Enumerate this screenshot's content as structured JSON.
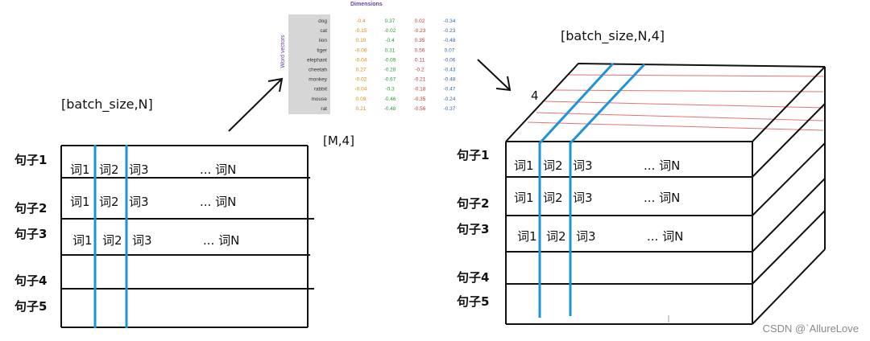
{
  "left_diagram": {
    "shape_label": "[batch_size,N]",
    "sentences": [
      "句子1",
      "句子2",
      "句子3",
      "句子4",
      "句子5"
    ],
    "rows": [
      [
        "词1",
        "词2",
        "词3",
        "... 词N"
      ],
      [
        "词1",
        "词2",
        "词3",
        "... 词N"
      ],
      [
        "词1",
        "词2",
        "词3",
        "... 词N"
      ]
    ]
  },
  "embedding_table": {
    "title": "Dimensions",
    "axis_label": "Word vectors",
    "shape_label": "[M,4]",
    "words": [
      "dog",
      "cat",
      "lion",
      "tiger",
      "elephant",
      "cheetah",
      "monkey",
      "rabbit",
      "mouse",
      "rat"
    ],
    "columns": [
      [
        "-0.4",
        "-0.15",
        "0.19",
        "-0.08",
        "-0.04",
        "0.27",
        "-0.02",
        "-0.04",
        "0.09",
        "0.21"
      ],
      [
        "0.37",
        "-0.02",
        "-0.4",
        "0.31",
        "-0.09",
        "-0.28",
        "-0.67",
        "-0.3",
        "-0.46",
        "-0.48"
      ],
      [
        "0.02",
        "-0.23",
        "0.35",
        "0.56",
        "0.11",
        "-0.2",
        "-0.21",
        "-0.18",
        "-0.35",
        "-0.56"
      ],
      [
        "-0.34",
        "-0.23",
        "-0.48",
        "0.07",
        "-0.06",
        "-0.43",
        "-0.48",
        "-0.47",
        "-0.24",
        "-0.37"
      ]
    ],
    "column_colors": [
      "#d98c1a",
      "#2e9e3c",
      "#c63a3a",
      "#3b68b0"
    ]
  },
  "right_diagram": {
    "shape_label": "[batch_size,N,4]",
    "depth_label": "4",
    "sentences": [
      "句子1",
      "句子2",
      "句子3",
      "句子4",
      "句子5"
    ],
    "rows": [
      [
        "词1",
        "词2",
        "词3",
        "... 词N"
      ],
      [
        "词1",
        "词2",
        "词3",
        "... 词N"
      ],
      [
        "词1",
        "词2",
        "词3",
        "... 词N"
      ]
    ]
  },
  "watermark": "CSDN @`AllureLove"
}
